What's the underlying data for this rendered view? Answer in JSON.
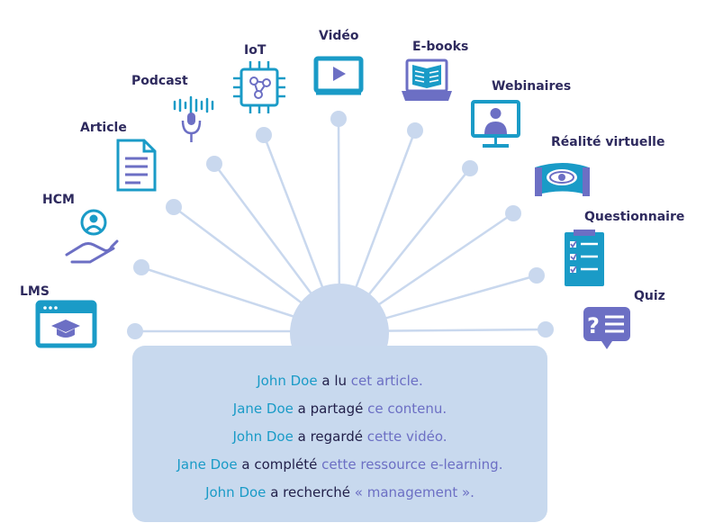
{
  "nodes": [
    {
      "id": "lms",
      "label": "LMS",
      "icon": "lms-browser-icon"
    },
    {
      "id": "hcm",
      "label": "HCM",
      "icon": "hcm-user-hand-icon"
    },
    {
      "id": "article",
      "label": "Article",
      "icon": "article-document-icon"
    },
    {
      "id": "podcast",
      "label": "Podcast",
      "icon": "podcast-microphone-icon"
    },
    {
      "id": "iot",
      "label": "IoT",
      "icon": "iot-chip-icon"
    },
    {
      "id": "video",
      "label": "Vidéo",
      "icon": "video-player-icon"
    },
    {
      "id": "ebooks",
      "label": "E-books",
      "icon": "ebook-laptop-icon"
    },
    {
      "id": "webinaires",
      "label": "Webinaires",
      "icon": "webinar-screen-icon"
    },
    {
      "id": "vr",
      "label": "Réalité virtuelle",
      "icon": "vr-headset-icon"
    },
    {
      "id": "questionnaire",
      "label": "Questionnaire",
      "icon": "questionnaire-checklist-icon"
    },
    {
      "id": "quiz",
      "label": "Quiz",
      "icon": "quiz-speech-bubble-icon"
    }
  ],
  "statements": [
    {
      "actor": "John Doe",
      "verb": "a lu",
      "object": "cet article."
    },
    {
      "actor": "Jane Doe",
      "verb": "a partagé",
      "object": "ce contenu."
    },
    {
      "actor": "John Doe",
      "verb": "a regardé",
      "object": "cette vidéo."
    },
    {
      "actor": "Jane Doe",
      "verb": "a complété",
      "object": "cette ressource e-learning."
    },
    {
      "actor": "John Doe",
      "verb": "a recherché",
      "object": "« management »."
    }
  ],
  "colors": {
    "spoke": "#c9d8ee",
    "box": "#c8d9ee",
    "icon_primary": "#1a9bc7",
    "icon_secondary": "#6c6fc4",
    "label": "#2e2a5e",
    "actor": "#1a9bc7",
    "object": "#6c6fc4"
  }
}
